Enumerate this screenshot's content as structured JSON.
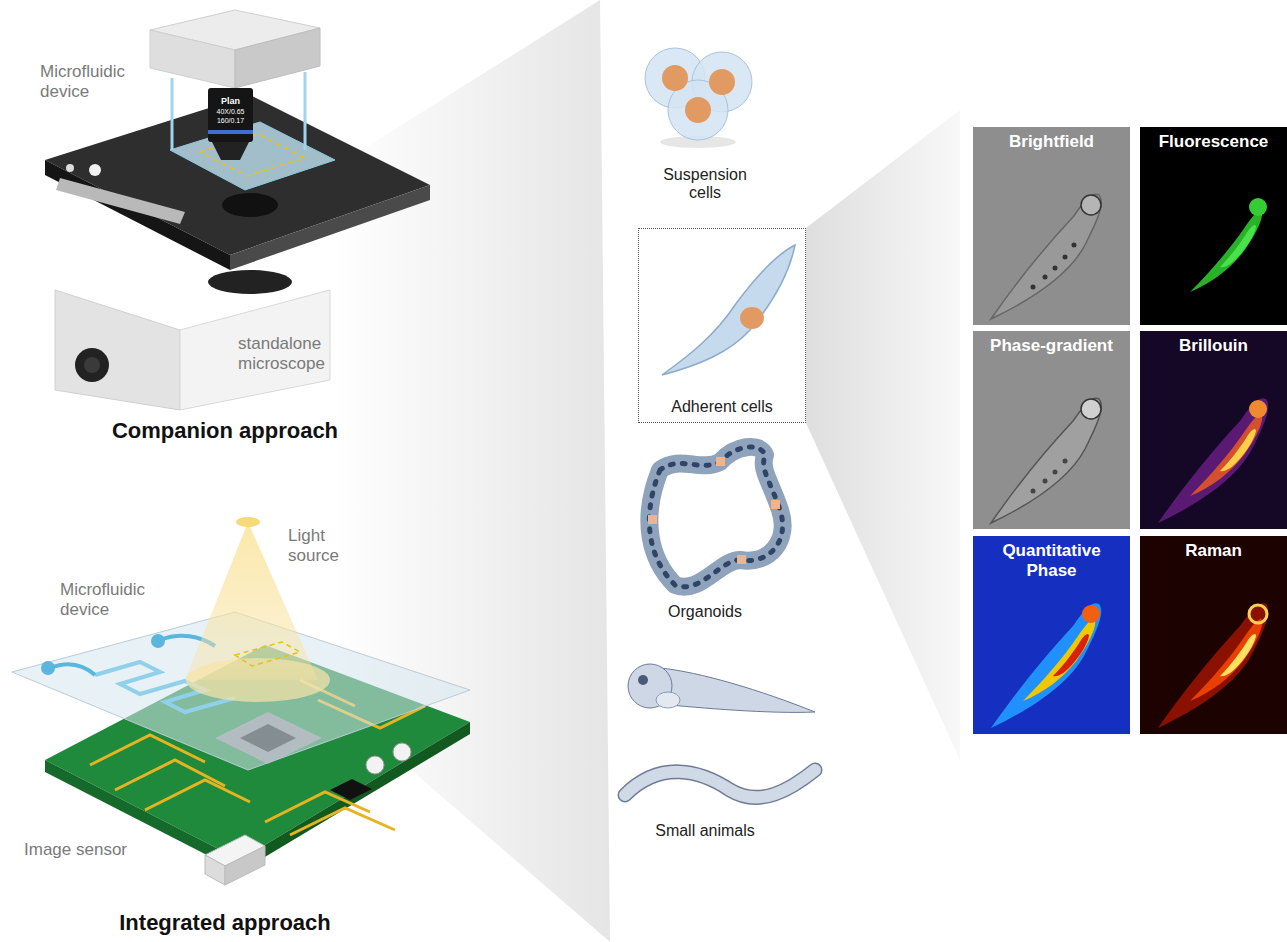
{
  "diagram": {
    "nodes": [
      {
        "text": [
          "Adherent cells"
        ]
      },
      {
        "text": [
          "Brightfield"
        ]
      },
      {
        "text": [
          "Fluorescence"
        ]
      },
      {
        "text": [
          "Phase-gradient"
        ]
      },
      {
        "text": [
          "Brillouin"
        ]
      },
      {
        "text": [
          "Quantitative Phase"
        ]
      },
      {
        "text": [
          "Raman"
        ]
      }
    ],
    "labels": [
      "Microfluidic device",
      "standalone microscope",
      "Companion approach",
      "Plan",
      "40X/0.65",
      "160/0.17",
      "Light source",
      "Microfluidic device",
      "Image sensor",
      "Integrated approach",
      "Suspension cells",
      "Organoids",
      "Small animals"
    ]
  }
}
